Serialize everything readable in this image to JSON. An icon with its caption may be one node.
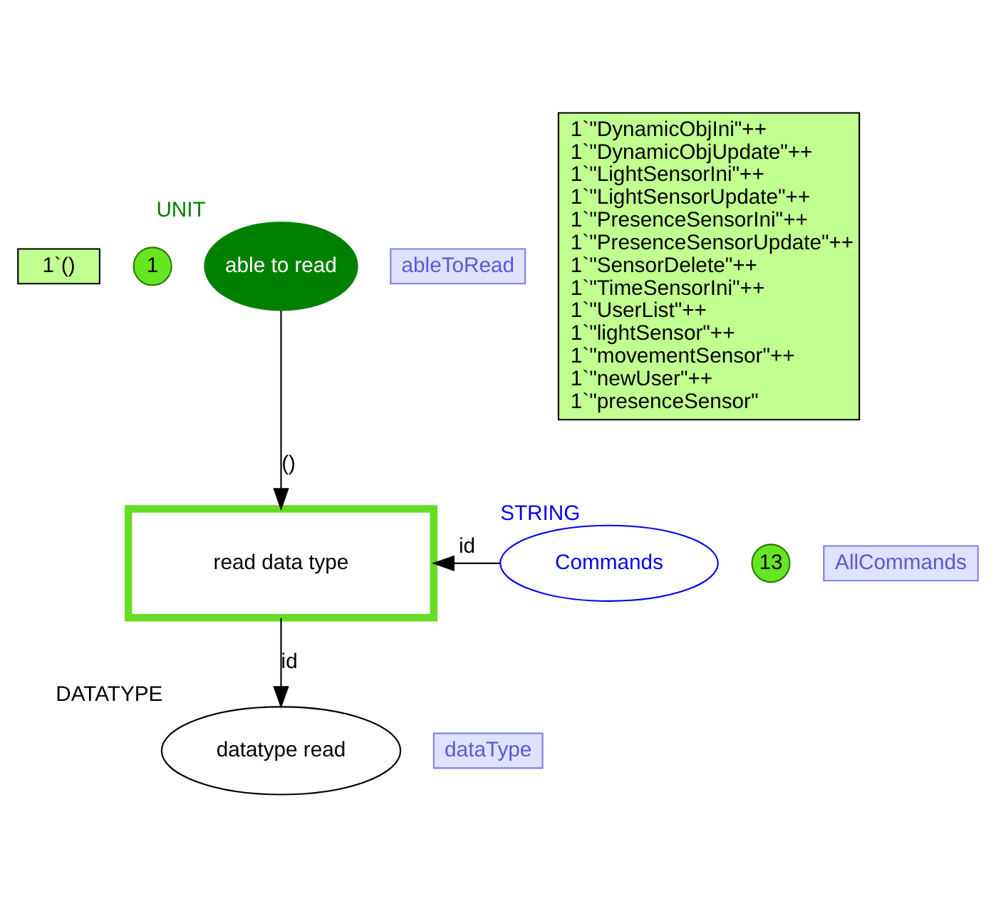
{
  "diagram": {
    "nodes": [
      {
        "text": [
          "1`()"
        ]
      },
      {
        "text": [
          "1"
        ]
      },
      {
        "text": [
          "able to read"
        ],
        "beside": [
          "UNIT"
        ]
      },
      {
        "text": [
          "ableToRead"
        ]
      },
      {
        "text": [
          "read data type"
        ]
      },
      {
        "text": [
          "1`\"DynamicObjIni\"++",
          "1`\"DynamicObjUpdate\"++",
          "1`\"LightSensorIni\"++",
          "1`\"LightSensorUpdate\"++",
          "1`\"PresenceSensorIni\"++",
          "1`\"PresenceSensorUpdate\"++",
          "1`\"SensorDelete\"++",
          "1`\"TimeSensorIni\"++",
          "1`\"UserList\"++",
          "1`\"lightSensor\"++",
          "1`\"movementSensor\"++",
          "1`\"newUser\"++",
          "1`\"presenceSensor\""
        ]
      },
      {
        "text": [
          "13"
        ]
      },
      {
        "text": [
          "Commands"
        ],
        "beside": [
          "STRING"
        ]
      },
      {
        "text": [
          "AllCommands"
        ]
      },
      {
        "text": [
          "datatype read"
        ],
        "beside": [
          "DATATYPE"
        ]
      },
      {
        "text": [
          "dataType"
        ]
      }
    ],
    "edges": [
      {
        "from": 2,
        "to": 4,
        "arrow": "to",
        "label": "()"
      },
      {
        "from": 7,
        "to": 4,
        "arrow": "to",
        "label": "id"
      },
      {
        "from": 4,
        "to": 9,
        "arrow": "to",
        "label": "id"
      }
    ]
  }
}
